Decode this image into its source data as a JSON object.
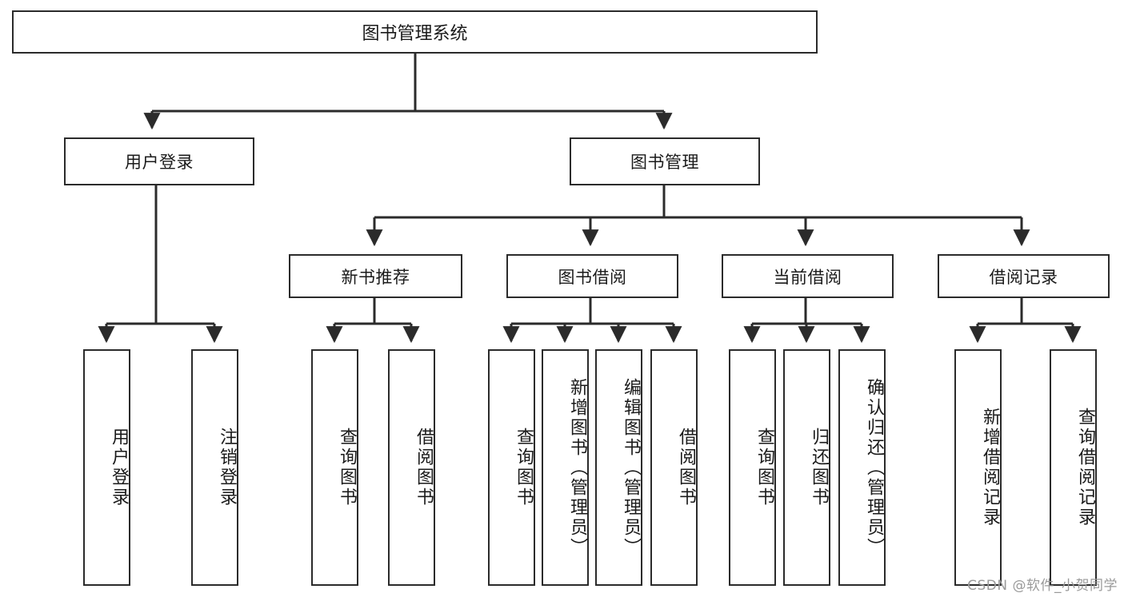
{
  "diagram": {
    "type": "tree-hierarchy-chart",
    "title": "图书管理系统",
    "theme": {
      "background": "#ffffff",
      "box_border": "#2b2b2b",
      "box_fill": "#ffffff",
      "text": "#1a1a1a",
      "connector": "#2b2b2b",
      "watermark_text": "#9a9a9a"
    },
    "root": {
      "label": "图书管理系统"
    },
    "level2": [
      {
        "label": "用户登录"
      },
      {
        "label": "图书管理"
      }
    ],
    "level3": [
      {
        "label": "新书推荐"
      },
      {
        "label": "图书借阅"
      },
      {
        "label": "当前借阅"
      },
      {
        "label": "借阅记录"
      }
    ],
    "leaves": {
      "user_login": [
        {
          "label": "用户登录"
        },
        {
          "label": "注销登录"
        }
      ],
      "new_book_recommend": [
        {
          "label": "查询图书"
        },
        {
          "label": "借阅图书"
        }
      ],
      "book_borrow": [
        {
          "label": "查询图书"
        },
        {
          "label": "新增图书（管理员）"
        },
        {
          "label": "编辑图书（管理员）"
        },
        {
          "label": "借阅图书"
        }
      ],
      "current_borrow": [
        {
          "label": "查询图书"
        },
        {
          "label": "归还图书"
        },
        {
          "label": "确认归还（管理员）"
        }
      ],
      "borrow_record": [
        {
          "label": "新增借阅记录"
        },
        {
          "label": "查询借阅记录"
        }
      ]
    },
    "watermark": "CSDN @软件_小贺同学"
  }
}
